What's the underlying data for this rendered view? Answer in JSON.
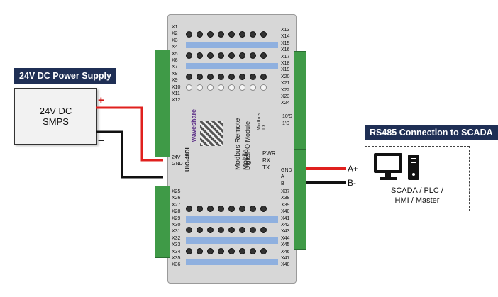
{
  "power": {
    "badge": "24V DC Power Supply",
    "smps_line1": "24V DC",
    "smps_line2": "SMPS",
    "plus": "+",
    "minus": "−"
  },
  "scada": {
    "badge": "RS485 Connection to SCADA",
    "line1": "SCADA / PLC /",
    "line2": "HMI / Master"
  },
  "wires": {
    "a_plus": "A+",
    "b_minus": "B-",
    "colors": {
      "red": "#e0201e",
      "black": "#111111"
    }
  },
  "device": {
    "brand": "waveshare",
    "model": "UIO-48DI",
    "title_line1": "Modbus Remote Mobile",
    "title_line2": "Digital IO Module",
    "status": [
      "PWR",
      "RX",
      "TX"
    ],
    "left_terminals_top": [
      "X1",
      "X2",
      "X3",
      "X4",
      "X5",
      "X6",
      "X7",
      "X8",
      "X9",
      "X10",
      "X11",
      "X12"
    ],
    "right_terminals_top": [
      "X13",
      "X14",
      "X15",
      "X16",
      "X17",
      "X18",
      "X19",
      "X20",
      "X21",
      "X22",
      "X23",
      "X24"
    ],
    "left_terminals_bottom": [
      "X25",
      "X26",
      "X27",
      "X28",
      "X29",
      "X30",
      "X31",
      "X32",
      "X33",
      "X34",
      "X35",
      "X36"
    ],
    "right_terminals_bottom": [
      "X37",
      "X38",
      "X39",
      "X40",
      "X41",
      "X42",
      "X43",
      "X44",
      "X45",
      "X46",
      "X47",
      "X48"
    ],
    "power_terminals": [
      "24V",
      "GND"
    ],
    "rs485_terminals": [
      "GND",
      "A",
      "B"
    ],
    "settings": [
      "10'S",
      "1'S",
      "Modbus ID"
    ]
  }
}
